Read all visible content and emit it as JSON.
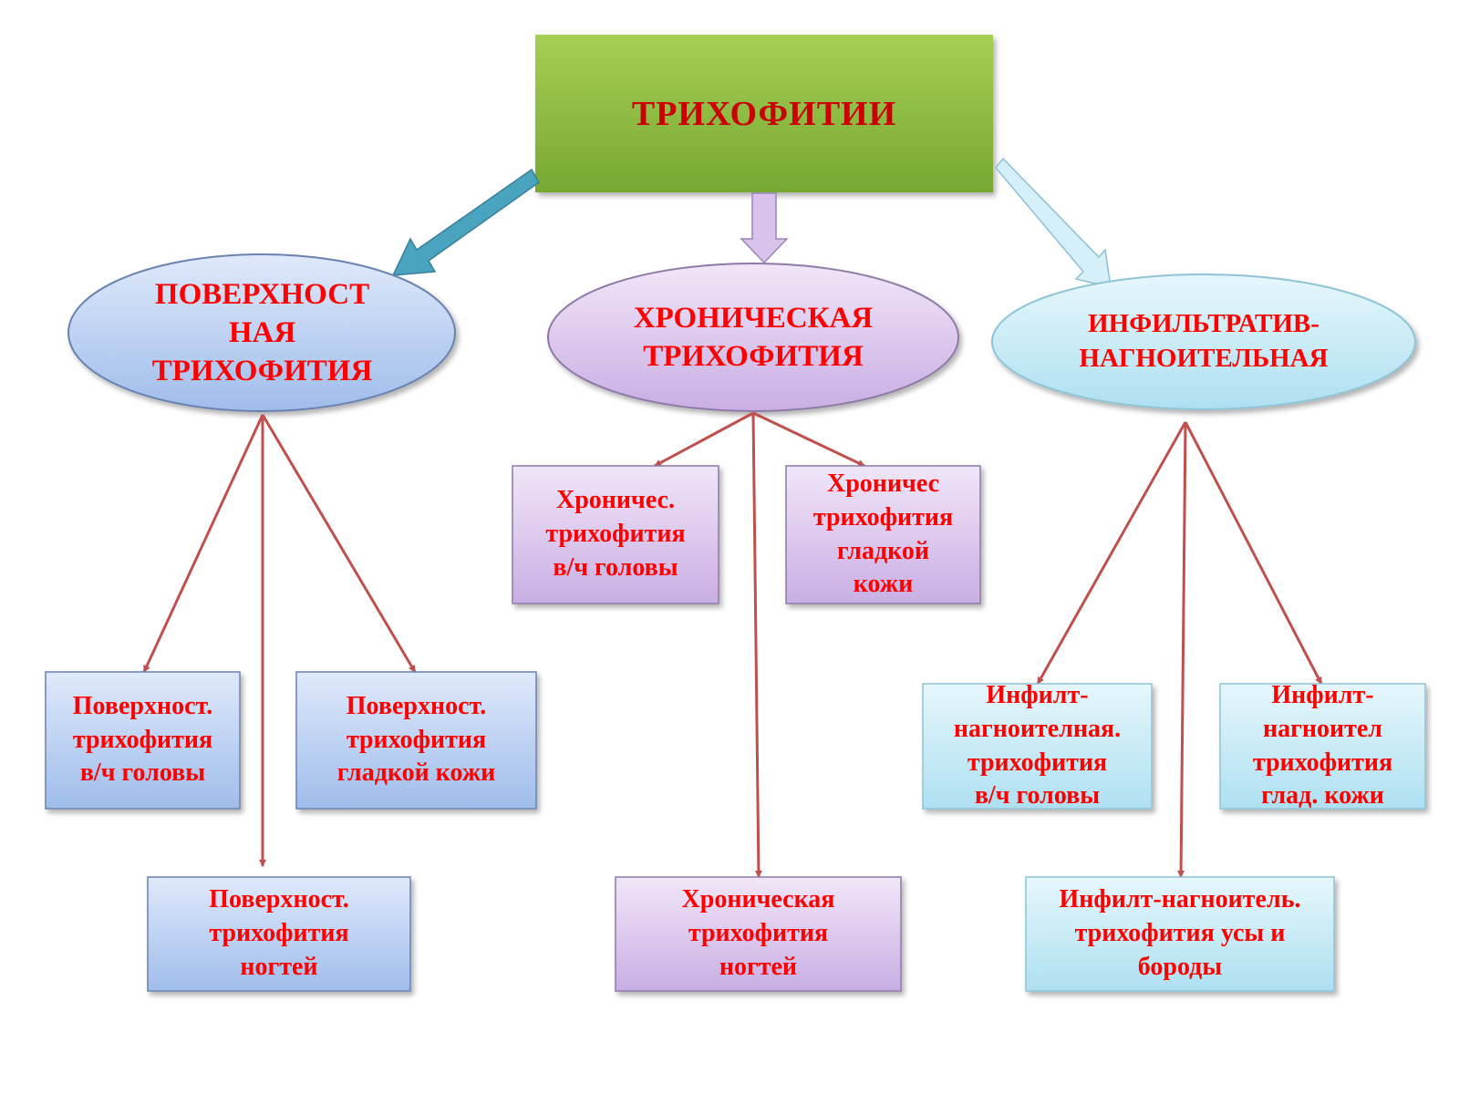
{
  "diagram": {
    "root": {
      "label": "ТРИХОФИТИИ"
    },
    "categories": [
      {
        "id": "superficial",
        "label": "ПОВЕРХНОСТ\nНАЯ\nТРИХОФИТИЯ",
        "fill": "#b8cdf0",
        "children": [
          {
            "label": "Поверхност.\nтрихофития\nв/ч  головы"
          },
          {
            "label": "Поверхност.\nтрихофития\nгладкой кожи"
          },
          {
            "label": "Поверхност.\nтрихофития\nногтей"
          }
        ]
      },
      {
        "id": "chronic",
        "label": "ХРОНИЧЕСКАЯ\nТРИХОФИТИЯ",
        "fill": "#dcc8ec",
        "children": [
          {
            "label": "Хроничес.\nтрихофития\nв/ч  головы"
          },
          {
            "label": "Хроничес\nтрихофития\nгладкой\nкожи"
          },
          {
            "label": "Хроническая\nтрихофития\nногтей"
          }
        ]
      },
      {
        "id": "infiltrative",
        "label": "ИНФИЛЬТРАТИВ-\nНАГНОИТЕЛЬНАЯ",
        "fill": "#c6ecf6",
        "children": [
          {
            "label": "Инфилт-\nнагноителная.\nтрихофития\nв/ч  головы"
          },
          {
            "label": "Инфилт-\nнагноител\nтрихофития\nглад. кожи"
          },
          {
            "label": "Инфилт-нагноитель.\nтрихофития  усы и\nбороды"
          }
        ]
      }
    ],
    "colors": {
      "text": "#ff0000",
      "root_fill": "#8cbf3f",
      "connector": "#c0504d",
      "arrow_left": "#4aa3bf",
      "arrow_center": "#d9c3ec",
      "arrow_right": "#d6f0fa"
    }
  }
}
